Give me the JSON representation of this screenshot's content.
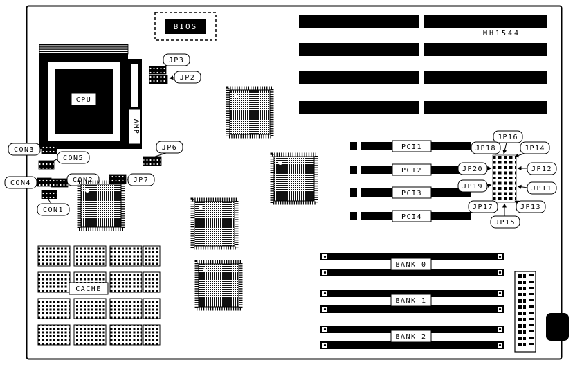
{
  "diagram": {
    "part_number": "MH1544",
    "background_color": "#ffffff",
    "line_color": "#000000"
  },
  "labels": {
    "mh1544": "MH1544",
    "bios": "BIOS",
    "cpu": "CPU",
    "amp": "AMP",
    "cache": "CACHE",
    "jp2": "JP2",
    "jp3": "JP3",
    "jp6": "JP6",
    "jp7": "JP7",
    "jp11": "JP11",
    "jp12": "JP12",
    "jp13": "JP13",
    "jp14": "JP14",
    "jp15": "JP15",
    "jp16": "JP16",
    "jp17": "JP17",
    "jp18": "JP18",
    "jp19": "JP19",
    "jp20": "JP20",
    "con1": "CON1",
    "con2": "CON2",
    "con3": "CON3",
    "con4": "CON4",
    "con5": "CON5",
    "pci1": "PCI1",
    "pci2": "PCI2",
    "pci3": "PCI3",
    "pci4": "PCI4",
    "bank0": "BANK 0",
    "bank1": "BANK 1",
    "bank2": "BANK 2"
  },
  "components": {
    "isa_slot_count": 4,
    "pci_slots": [
      "PCI1",
      "PCI2",
      "PCI3",
      "PCI4"
    ],
    "memory_banks": [
      "BANK 0",
      "BANK 1",
      "BANK 2"
    ],
    "jumpers": [
      "JP2",
      "JP3",
      "JP6",
      "JP7",
      "JP11",
      "JP12",
      "JP13",
      "JP14",
      "JP15",
      "JP16",
      "JP17",
      "JP18",
      "JP19",
      "JP20"
    ],
    "connectors": [
      "CON1",
      "CON2",
      "CON3",
      "CON4",
      "CON5"
    ]
  }
}
